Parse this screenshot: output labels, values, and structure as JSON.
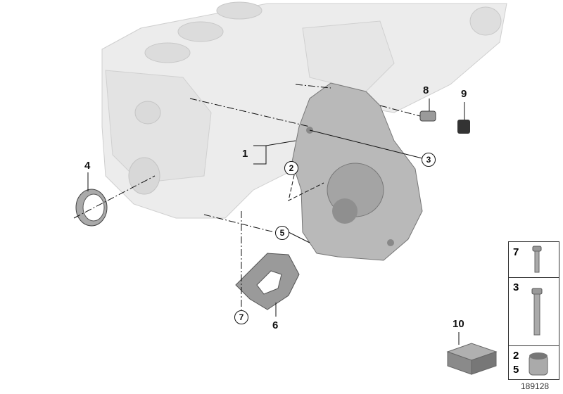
{
  "diagram": {
    "labels": {
      "part1": "1",
      "part2": "2",
      "part3": "3",
      "part4": "4",
      "part5": "5",
      "part6": "6",
      "part7": "7",
      "part8": "8",
      "part9": "9",
      "part10": "10"
    },
    "legend": [
      {
        "numbers": "7"
      },
      {
        "numbers": "3"
      },
      {
        "numbers_top": "2",
        "numbers_bottom": "5"
      }
    ],
    "reference_number": "189128"
  }
}
